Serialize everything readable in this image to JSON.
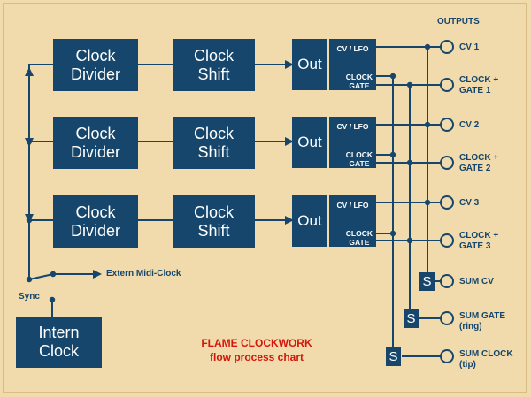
{
  "diagram": {
    "outputs_heading": "OUTPUTS",
    "channels": [
      {
        "divider": [
          "Clock",
          "Divider"
        ],
        "shift": [
          "Clock",
          "Shift"
        ],
        "out": "Out",
        "panel_cv": "CV / LFO",
        "panel_clock": [
          "CLOCK",
          "GATE"
        ]
      },
      {
        "divider": [
          "Clock",
          "Divider"
        ],
        "shift": [
          "Clock",
          "Shift"
        ],
        "out": "Out",
        "panel_cv": "CV / LFO",
        "panel_clock": [
          "CLOCK",
          "GATE"
        ]
      },
      {
        "divider": [
          "Clock",
          "Divider"
        ],
        "shift": [
          "Clock",
          "Shift"
        ],
        "out": "Out",
        "panel_cv": "CV / LFO",
        "panel_clock": [
          "CLOCK",
          "GATE"
        ]
      }
    ],
    "outputs": [
      {
        "label": [
          "CV 1"
        ]
      },
      {
        "label": [
          "CLOCK +",
          "GATE 1"
        ]
      },
      {
        "label": [
          "CV 2"
        ]
      },
      {
        "label": [
          "CLOCK +",
          "GATE 2"
        ]
      },
      {
        "label": [
          "CV 3"
        ]
      },
      {
        "label": [
          "CLOCK +",
          "GATE 3"
        ]
      },
      {
        "label": [
          "SUM CV"
        ]
      },
      {
        "label": [
          "SUM GATE",
          "(ring)"
        ]
      },
      {
        "label": [
          "SUM CLOCK",
          "(tip)"
        ]
      }
    ],
    "sum_symbol": "S",
    "extern_label": "Extern Midi-Clock",
    "sync_label": "Sync",
    "intern_clock": [
      "Intern",
      "Clock"
    ],
    "title": [
      "FLAME CLOCKWORK",
      "flow process chart"
    ],
    "colors": {
      "background": "#f1dbac",
      "block": "#16466b",
      "title": "#d4170a"
    }
  }
}
